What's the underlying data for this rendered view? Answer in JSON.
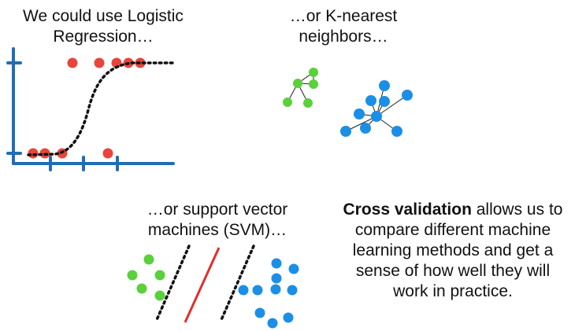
{
  "logistic": {
    "caption_line1": "We could use Logistic",
    "caption_line2": "Regression…"
  },
  "knn": {
    "caption_line1": "…or K-nearest",
    "caption_line2": "neighbors…"
  },
  "svm": {
    "caption_line1": "…or support vector",
    "caption_line2": "machines (SVM)…"
  },
  "cross_validation": {
    "bold_term": "Cross validation",
    "line1_rest": " allows us to",
    "line2": "compare different machine",
    "line3": "learning methods and get a",
    "line4": "sense of how well they will",
    "line5": "work in practice."
  },
  "colors": {
    "axis": "#1f6db5",
    "red_point": "#e8453c",
    "green_point": "#5ad13a",
    "blue_point": "#1b8fe6",
    "svm_line": "#e0302a",
    "text": "#111111"
  }
}
